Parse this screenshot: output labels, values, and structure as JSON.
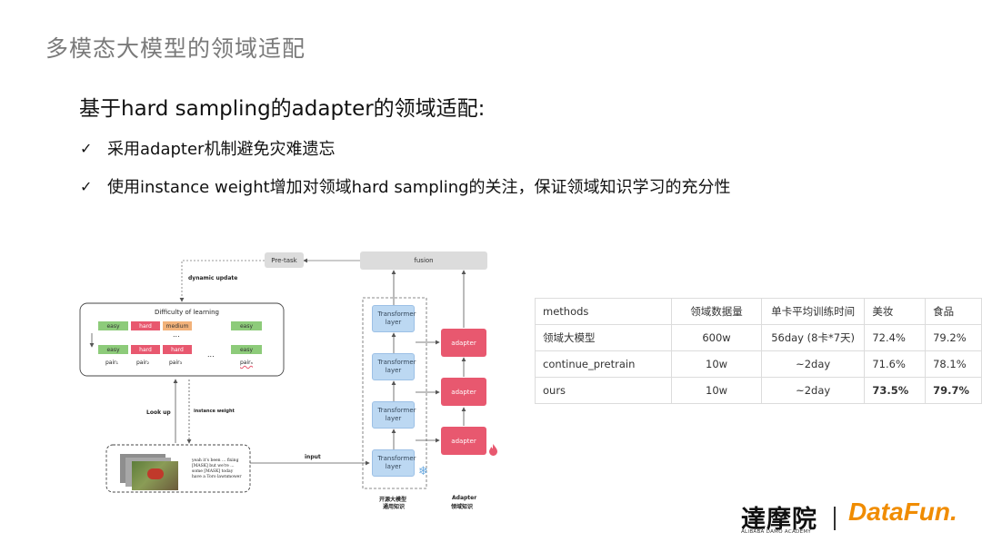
{
  "page": {
    "title": "多模态大模型的领域适配",
    "heading": "基于hard sampling的adapter的领域适配:",
    "check_mark": "✓",
    "bullets": [
      "采用adapter机制避免灾难遗忘",
      "使用instance weight增加对领域hard sampling的关注，保证领域知识学习的充分性"
    ]
  },
  "diagram": {
    "pre_task": "Pre-task",
    "fusion": "fusion",
    "dynamic_update": "dynamic update",
    "difficulty_title": "Difficulty of learning",
    "row1": [
      "easy",
      "hard",
      "medium",
      "easy"
    ],
    "row2": [
      "easy",
      "hard",
      "hard",
      "easy"
    ],
    "ellipsis": "...",
    "pairs": [
      "pair₁",
      "pair₂",
      "pair₃",
      "pairₙ"
    ],
    "look_up": "Look up",
    "instance_weight": "instance weight",
    "input": "input",
    "caption_text": "yeah it's been ... fixing [MASK] but we're ... some [MASK] today have a Toro lawnmower",
    "transformer_label": "Transformer layer",
    "adapter_label": "adapter",
    "frozen_caption_1": "开源大模型",
    "frozen_caption_2": "通用知识",
    "adapter_caption_1": "Adapter",
    "adapter_caption_2": "领域知识",
    "snowflake_icon": "snowflake",
    "flame_icon": "flame"
  },
  "table": {
    "headers": [
      "methods",
      "领域数据量",
      "单卡平均训练时间",
      "美妆",
      "食品"
    ],
    "rows": [
      [
        "领域大模型",
        "600w",
        "56day (8卡*7天)",
        "72.4%",
        "79.2%"
      ],
      [
        "continue_pretrain",
        "10w",
        "~2day",
        "71.6%",
        "78.1%"
      ],
      [
        "ours",
        "10w",
        "~2day",
        "73.5%",
        "79.7%"
      ]
    ]
  },
  "logos": {
    "damo_cn": "達摩院",
    "damo_en": "ALIBABA DAMO ACADEMY",
    "datafun": "DataFun."
  }
}
